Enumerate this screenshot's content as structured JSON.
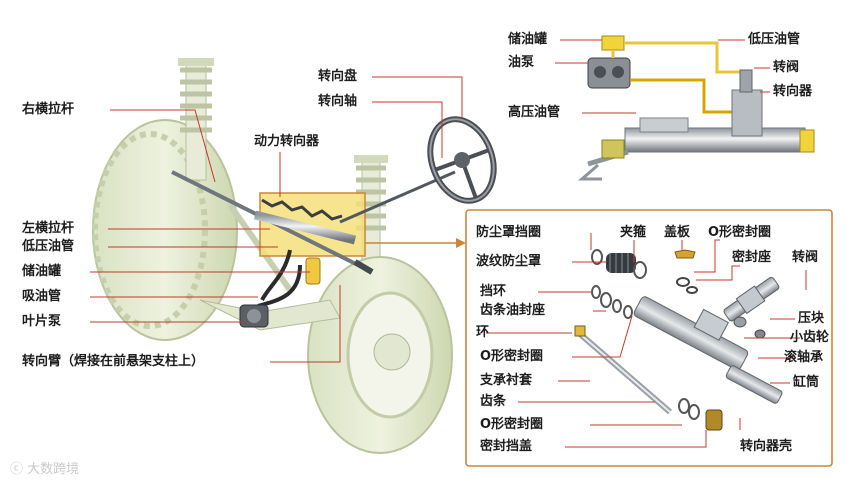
{
  "left_labels": [
    "右横拉杆",
    "左横拉杆",
    "低压油管",
    "储油罐",
    "吸油管",
    "叶片泵",
    "转向臂（焊接在前悬架支柱上）"
  ],
  "center_labels": [
    "转向盘",
    "转向轴",
    "动力转向器"
  ],
  "top_right_labels": [
    "储油罐",
    "油泵",
    "高压油管",
    "低压油管",
    "转阀",
    "转向器"
  ],
  "exploded_labels": [
    "防尘罩挡圈",
    "夹箍",
    "盖板",
    "O形密封圈",
    "波纹防尘罩",
    "密封座",
    "转阀",
    "挡环",
    "齿条油封座",
    "环",
    "压块",
    "小齿轮",
    "O形密封圈",
    "滚轴承",
    "支承衬套",
    "缸筒",
    "齿条",
    "O形密封圈",
    "密封挡盖",
    "转向器壳"
  ],
  "watermark": "大数跨境",
  "colors": {
    "leader": "#c0392b",
    "frame": "#c8873a",
    "highlight": "#f4e17a",
    "high_pressure": "#e0a800"
  }
}
